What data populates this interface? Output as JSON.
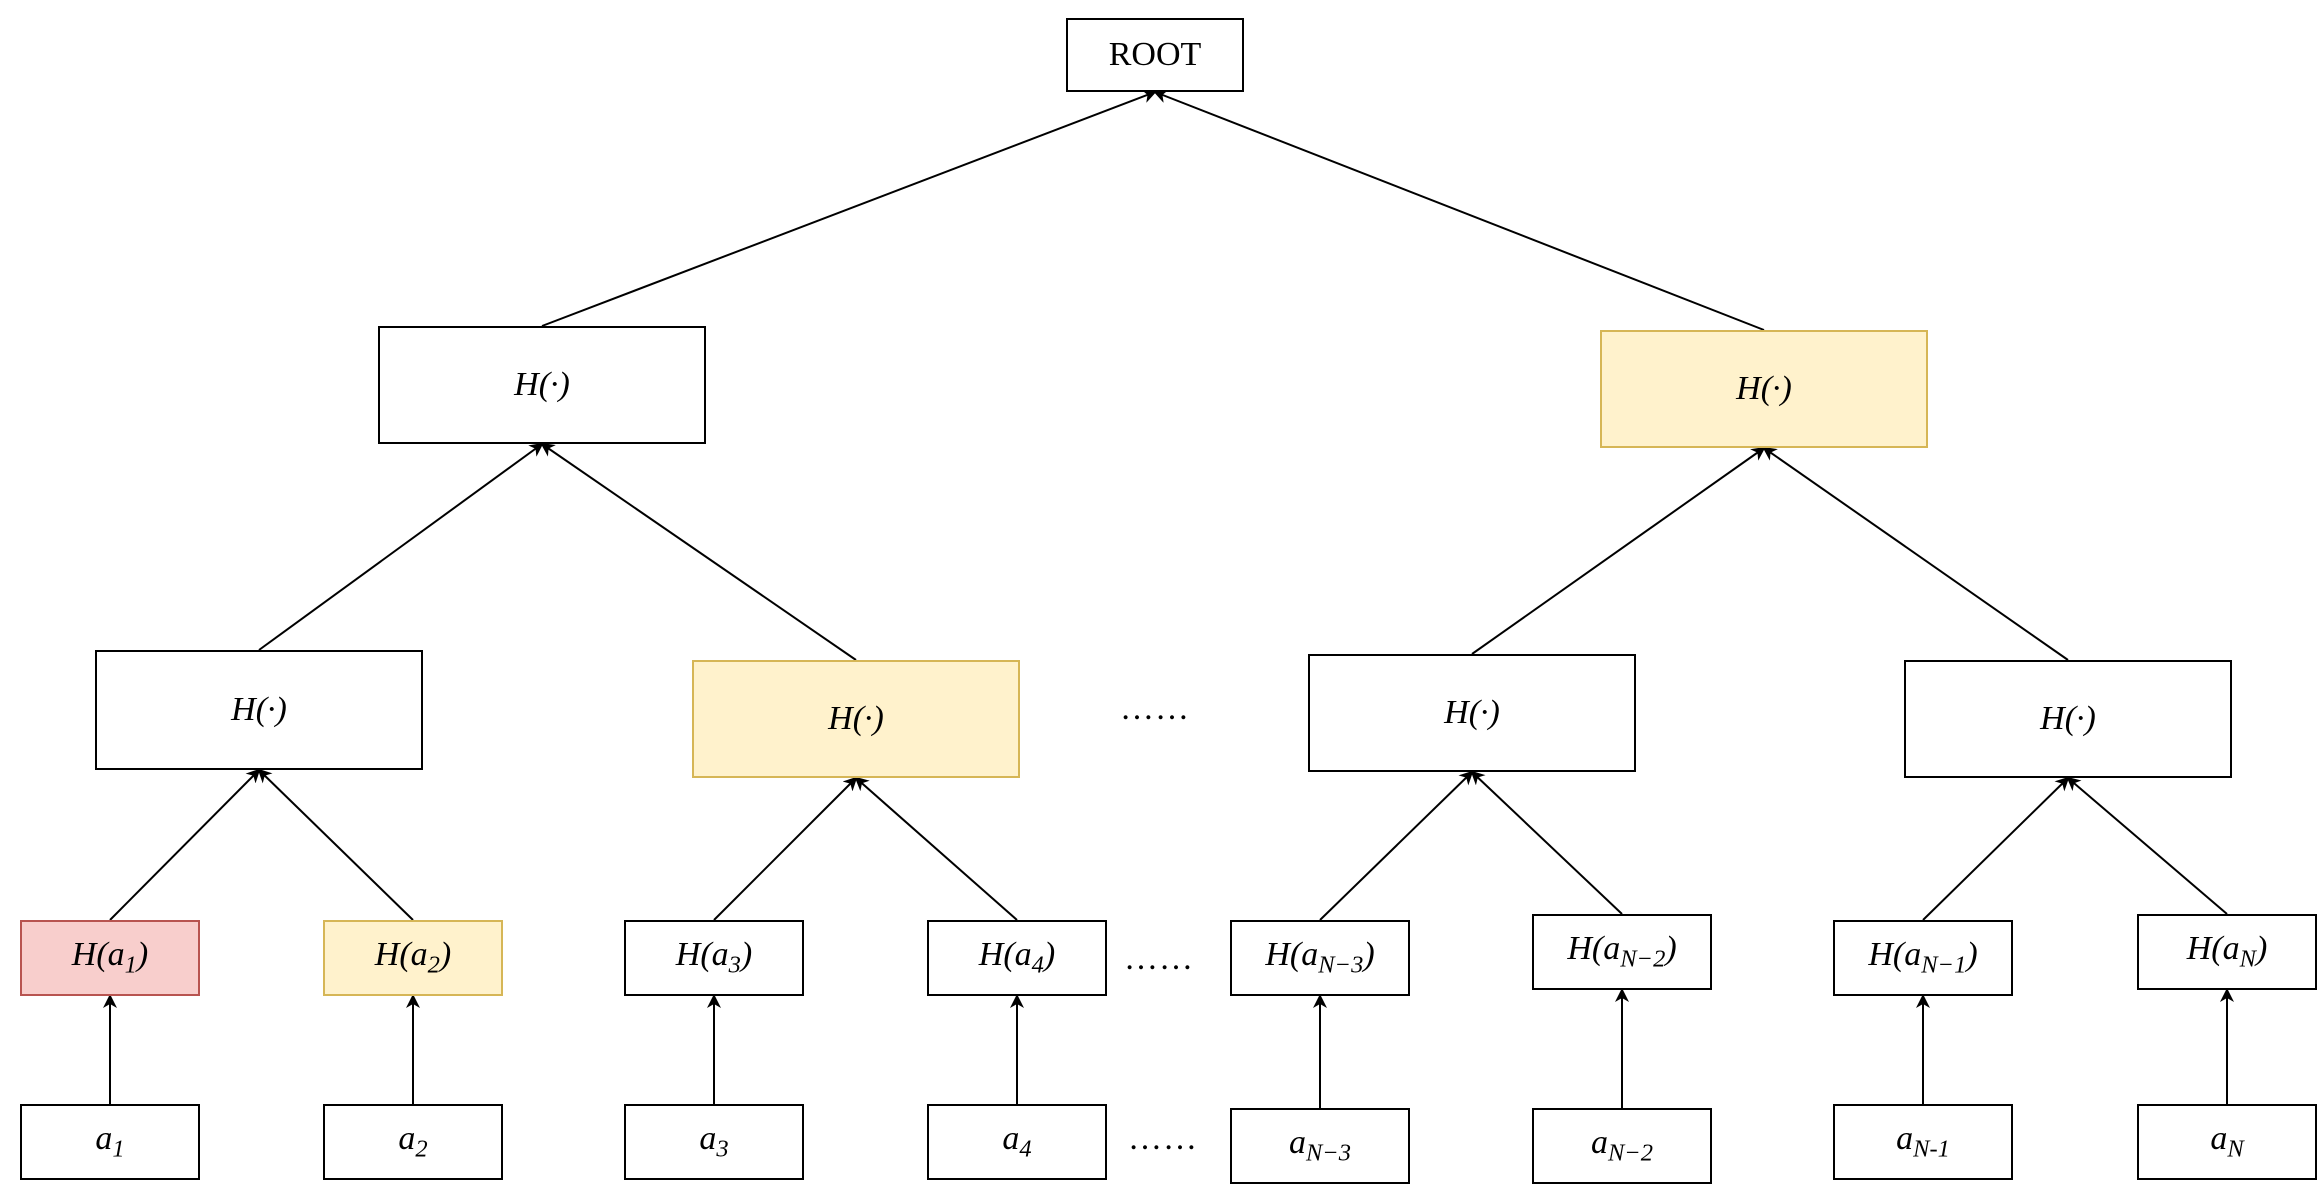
{
  "root": {
    "label": "ROOT"
  },
  "level2": [
    {
      "label": "H(·)",
      "highlight": "none"
    },
    {
      "label": "H(·)",
      "highlight": "yellow"
    }
  ],
  "level1": [
    {
      "label": "H(·)",
      "highlight": "none"
    },
    {
      "label": "H(·)",
      "highlight": "yellow"
    },
    {
      "label": "H(·)",
      "highlight": "none"
    },
    {
      "label": "H(·)",
      "highlight": "none"
    }
  ],
  "hash_leaves": [
    {
      "label": "H(a1)",
      "highlight": "red"
    },
    {
      "label": "H(a2)",
      "highlight": "yellow"
    },
    {
      "label": "H(a3)",
      "highlight": "none"
    },
    {
      "label": "H(a4)",
      "highlight": "none"
    },
    {
      "label": "H(aN−3)",
      "highlight": "none"
    },
    {
      "label": "H(aN−2)",
      "highlight": "none"
    },
    {
      "label": "H(aN−1)",
      "highlight": "none"
    },
    {
      "label": "H(aN)",
      "highlight": "none"
    }
  ],
  "data_blocks": [
    {
      "label": "a1"
    },
    {
      "label": "a2"
    },
    {
      "label": "a3"
    },
    {
      "label": "a4"
    },
    {
      "label": "aN−3"
    },
    {
      "label": "aN−2"
    },
    {
      "label": "aN-1"
    },
    {
      "label": "aN"
    }
  ],
  "ellipsis": "……",
  "colors": {
    "yellow_fill": "#fff2cc",
    "yellow_border": "#d6b656",
    "red_fill": "#f8cecc",
    "red_border": "#b85450"
  }
}
